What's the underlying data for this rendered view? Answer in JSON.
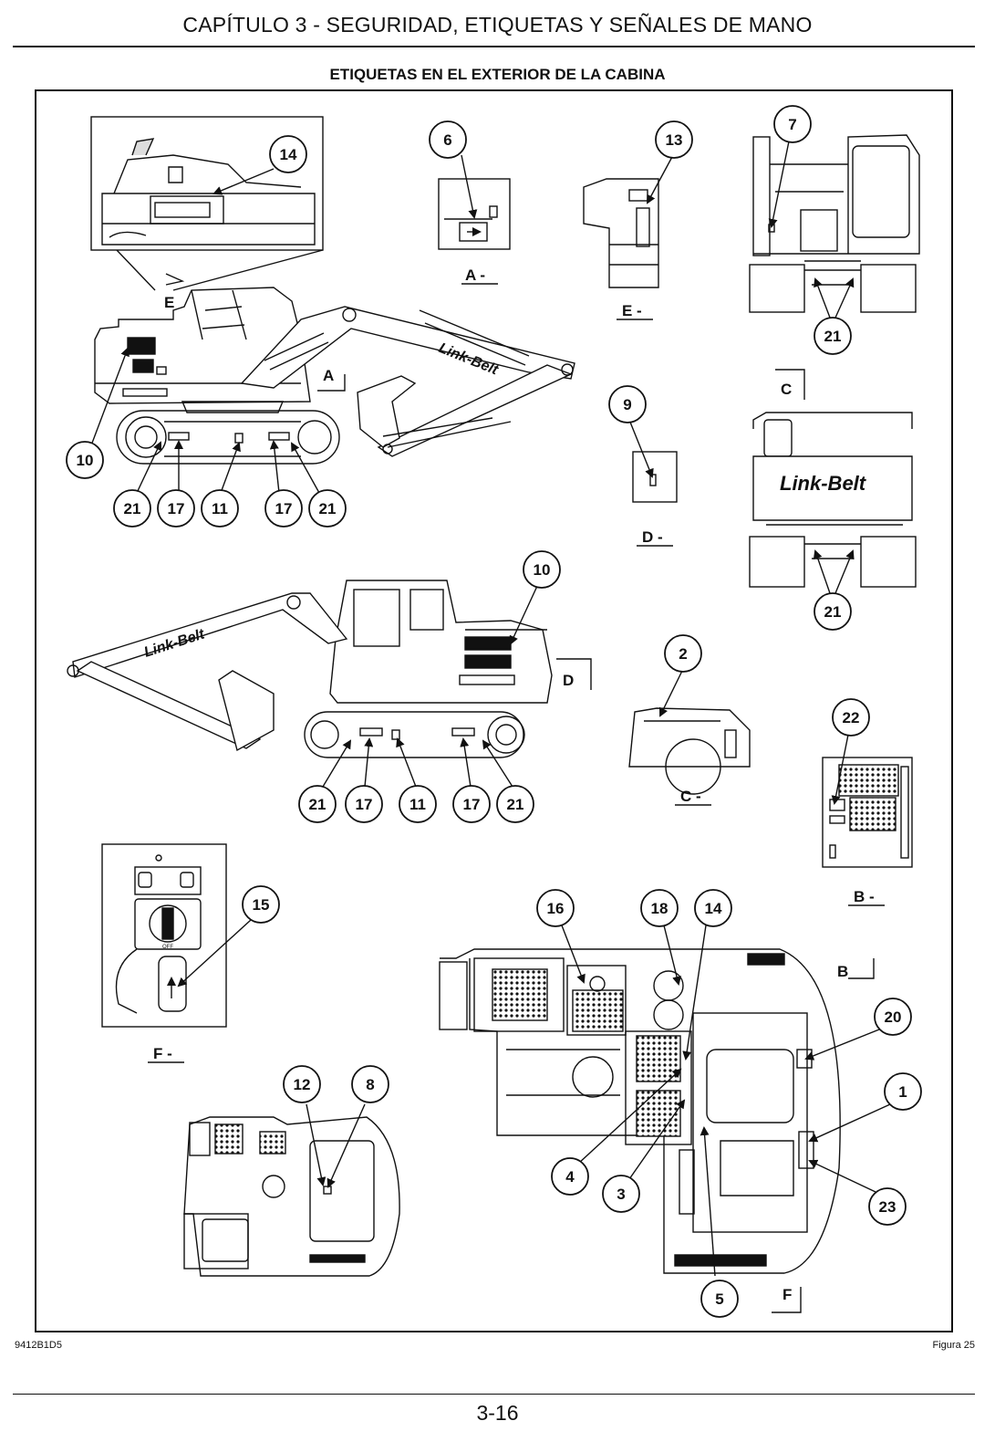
{
  "header": {
    "chapter_title": "CAPÍTULO 3 - SEGURIDAD, ETIQUETAS Y SEÑALES DE MANO",
    "section_title": "ETIQUETAS EN EL EXTERIOR DE LA CABINA"
  },
  "figure": {
    "brand_text": "Link-Belt",
    "views": {
      "a": "A -",
      "b": "B -",
      "c": "C -",
      "d": "D -",
      "e": "E -",
      "f": "F -"
    },
    "section_markers": {
      "a": "A",
      "b": "B",
      "c": "C",
      "d": "D",
      "e": "E",
      "f": "F"
    },
    "callouts": {
      "c6": "6",
      "c13": "13",
      "c7": "7",
      "c14a": "14",
      "c21a": "21",
      "c10a": "10",
      "c21b": "21",
      "c17a": "17",
      "c11a": "11",
      "c17b": "17",
      "c21c": "21",
      "c9": "9",
      "c21d": "21",
      "c10b": "10",
      "c2": "2",
      "c22": "22",
      "c21e": "21",
      "c17c": "17",
      "c11b": "11",
      "c17d": "17",
      "c21f": "21",
      "c15": "15",
      "c16": "16",
      "c18": "18",
      "c14b": "14",
      "c20": "20",
      "c1": "1",
      "c12": "12",
      "c8": "8",
      "c4": "4",
      "c3": "3",
      "c23": "23",
      "c5": "5"
    },
    "switch_label": "OFF"
  },
  "footer": {
    "doc_id": "9412B1D5",
    "figure_label": "Figura 25",
    "page_number": "3-16"
  }
}
